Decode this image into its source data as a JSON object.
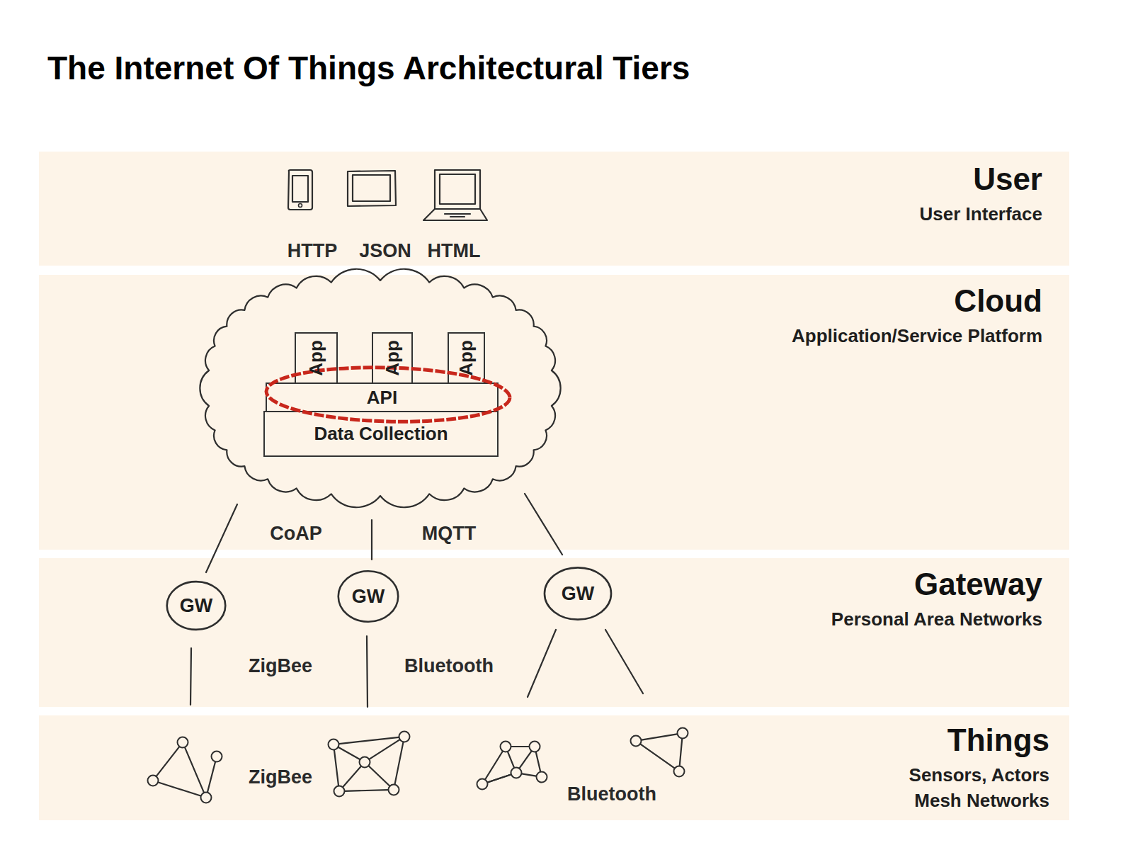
{
  "diagram": {
    "title": "The Internet Of Things Architectural Tiers",
    "nodes": [
      {
        "text": [
          "User",
          "User Interface"
        ]
      },
      {
        "text": [
          "Cloud",
          "Application/Service Platform"
        ]
      },
      {
        "text": [
          "App"
        ],
        "in": 1
      },
      {
        "text": [
          "App"
        ],
        "in": 1
      },
      {
        "text": [
          "App"
        ],
        "in": 1
      },
      {
        "text": [
          "API"
        ],
        "in": 1
      },
      {
        "text": [
          "Data Collection"
        ],
        "in": 1
      },
      {
        "text": [
          "Gateway",
          "Personal Area Networks"
        ]
      },
      {
        "text": [
          "GW"
        ],
        "in": 7
      },
      {
        "text": [
          "GW"
        ],
        "in": 7
      },
      {
        "text": [
          "GW"
        ],
        "in": 7
      },
      {
        "text": [
          "Things",
          "Sensors, Actors Mesh Networks"
        ]
      }
    ],
    "labels": [
      "HTTP",
      "JSON",
      "HTML",
      "CoAP",
      "MQTT",
      "ZigBee",
      "Bluetooth",
      "ZigBee",
      "Bluetooth"
    ]
  }
}
